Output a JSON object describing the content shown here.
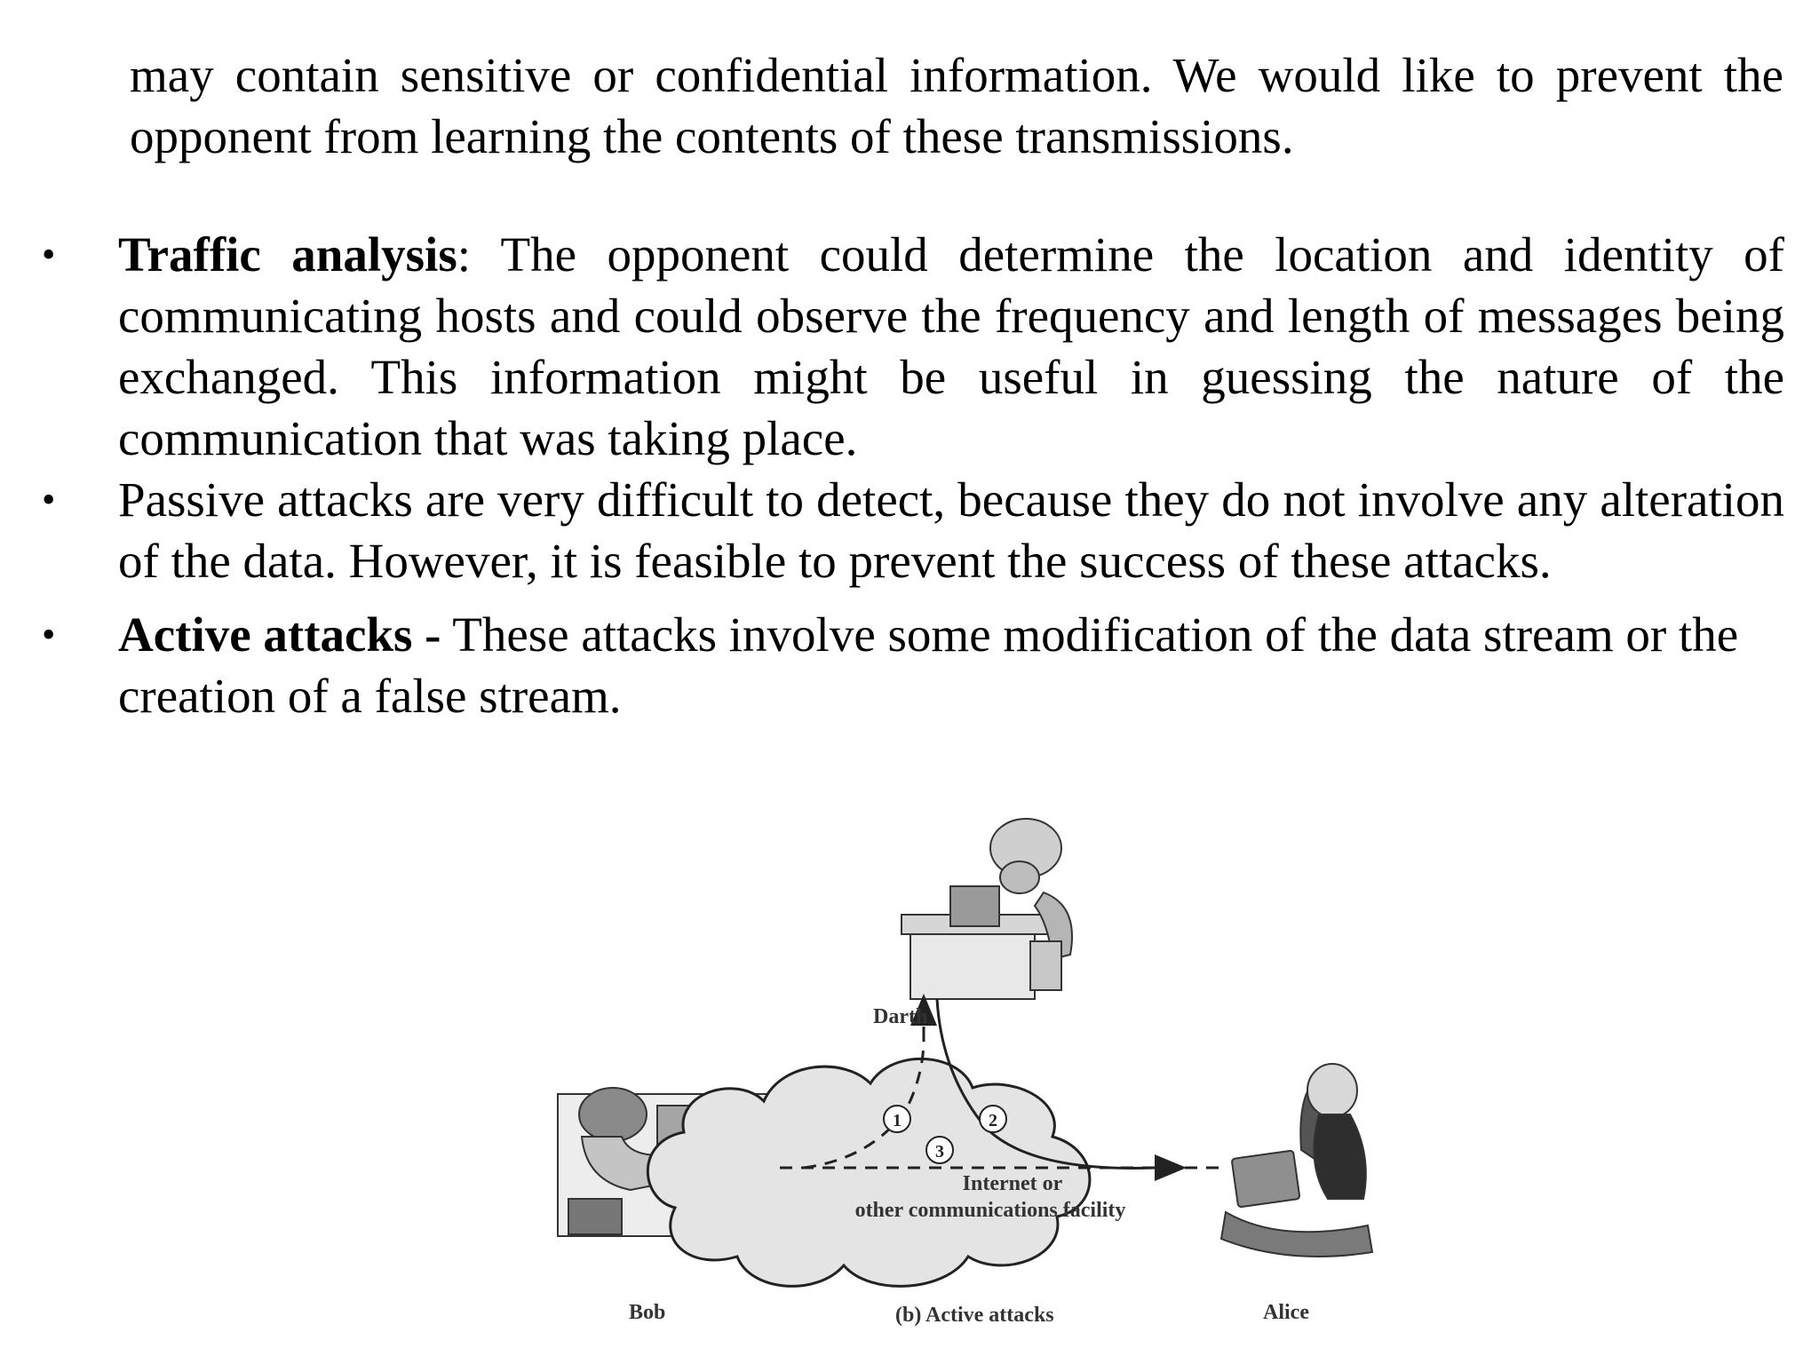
{
  "intro": {
    "text": "may contain sensitive or confidential information. We would like to prevent the opponent from learning the contents of these transmissions."
  },
  "bullets": [
    {
      "term": "Traffic analysis",
      "separator": ":",
      "text": " The opponent could determine the location and identity of communicating hosts and could observe the frequency and length of messages being exchanged. This information might be useful in guessing the nature of the communication that was taking place."
    },
    {
      "term": "",
      "separator": "",
      "text": "Passive attacks are very difficult to detect, because they do not involve any alteration of the data. However, it is feasible to prevent the success of these attacks."
    },
    {
      "term": "Active attacks -",
      "separator": "",
      "text": " These attacks involve some modification of the data stream or the creation of a false stream."
    }
  ],
  "figure": {
    "darth_label": "Darth",
    "bob_label": "Bob",
    "alice_label": "Alice",
    "cloud_line1": "Internet or",
    "cloud_line2": "other communications facility",
    "step1": "1",
    "step2": "2",
    "step3": "3",
    "caption": "(b) Active attacks"
  }
}
